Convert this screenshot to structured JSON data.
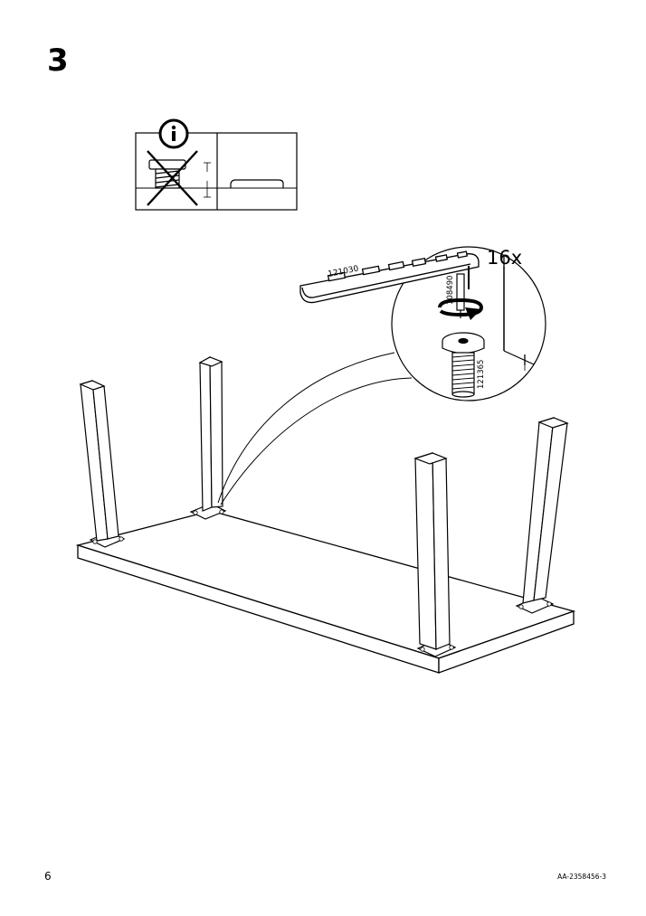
{
  "page": {
    "step_number": "3",
    "page_number": "6",
    "doc_code": "AA-2358456-3"
  },
  "info_panel": {
    "icon": "info-icon"
  },
  "detail": {
    "quantity": "16x",
    "part_bracket": "121030",
    "part_allen_key": "108490",
    "part_bolt": "121365"
  }
}
